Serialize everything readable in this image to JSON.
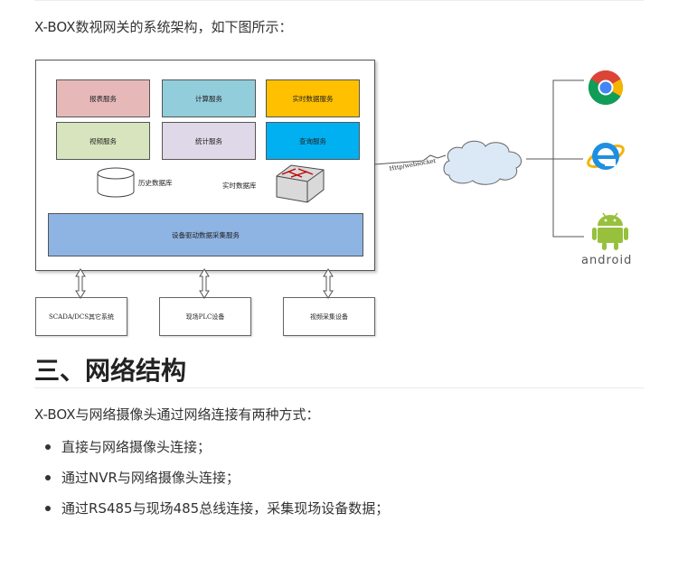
{
  "intro": "X-BOX数视网关的系统架构，如下图所示：",
  "diagram": {
    "services": [
      {
        "label": "报表服务",
        "color": "#e6b9b8"
      },
      {
        "label": "计算服务",
        "color": "#92cddc"
      },
      {
        "label": "实时数据服务",
        "color": "#ffc000"
      },
      {
        "label": "视频服务",
        "color": "#d7e4bd"
      },
      {
        "label": "统计服务",
        "color": "#dfd8e8"
      },
      {
        "label": "查询服务",
        "color": "#00b0f0"
      }
    ],
    "history_db": "历史数据库",
    "realtime_db": "实时数据库",
    "collector": {
      "label": "设备驱动数据采集服务",
      "color": "#8eb4e3"
    },
    "devices": [
      "SCADA/DCS其它系统",
      "现场PLC设备",
      "视频采集设备"
    ],
    "protocol": "Http/websocket",
    "cloud": "Web/internet",
    "clients": [
      "chrome-icon",
      "ie-icon",
      "android-icon"
    ],
    "android_text": "android"
  },
  "section_heading": "三、网络结构",
  "section_intro": "X-BOX与网络摄像头通过网络连接有两种方式：",
  "list": [
    "直接与网络摄像头连接；",
    "通过NVR与网络摄像头连接；",
    "通过RS485与现场485总线连接，采集现场设备数据；"
  ]
}
